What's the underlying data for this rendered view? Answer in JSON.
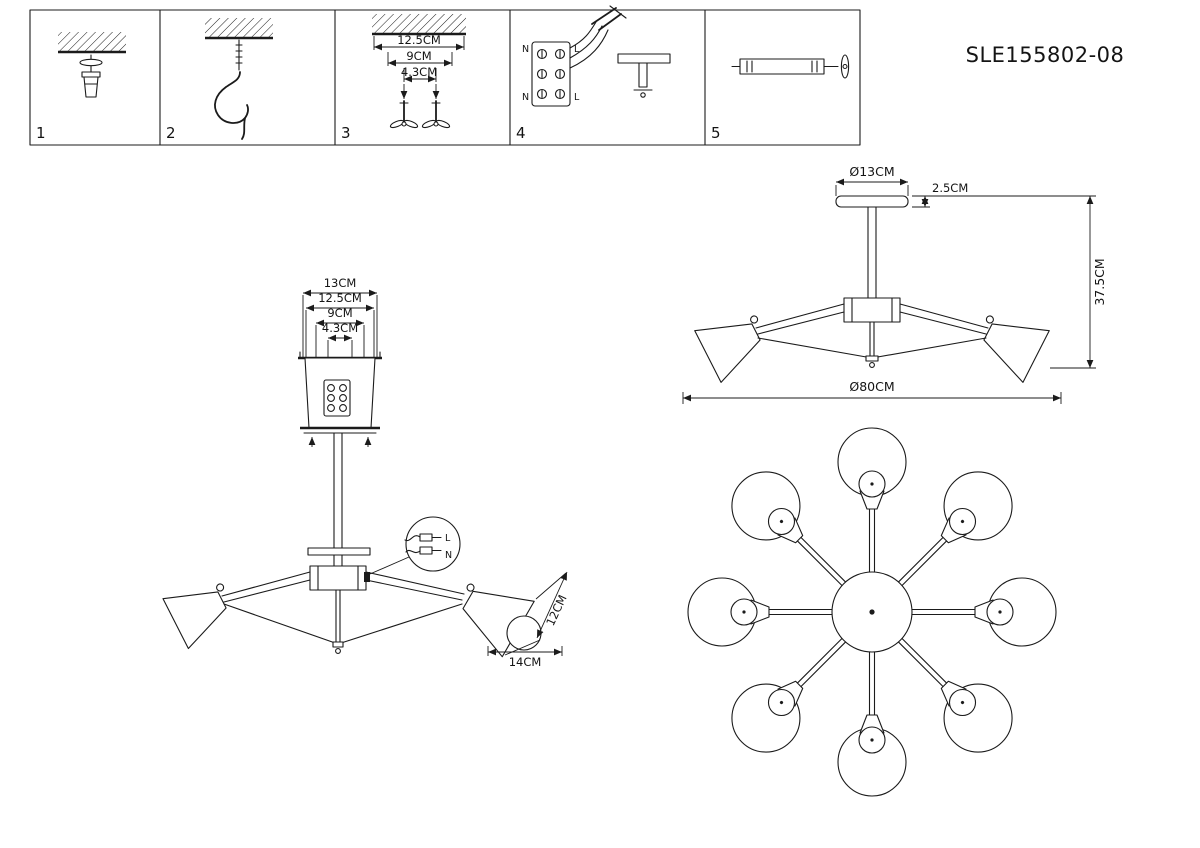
{
  "model_number": "SLE155802-08",
  "steps": [
    "1",
    "2",
    "3",
    "4",
    "5"
  ],
  "step3_dims": {
    "width": "12.5CM",
    "middle": "9CM",
    "inner": "4.3CM"
  },
  "wiring": {
    "n": "N",
    "l": "L"
  },
  "bracket_dims": {
    "outer": "13CM",
    "plate": "12.5CM",
    "holes": "9CM",
    "screws": "4.3CM"
  },
  "detail_labels": {
    "l": "L",
    "n": "N"
  },
  "shade_dims": {
    "height": "12CM",
    "diameter": "14CM"
  },
  "fixture_dims": {
    "canopy_diameter": "Ø13CM",
    "canopy_height": "2.5CM",
    "total_height": "37.5CM",
    "total_diameter": "Ø80CM"
  }
}
